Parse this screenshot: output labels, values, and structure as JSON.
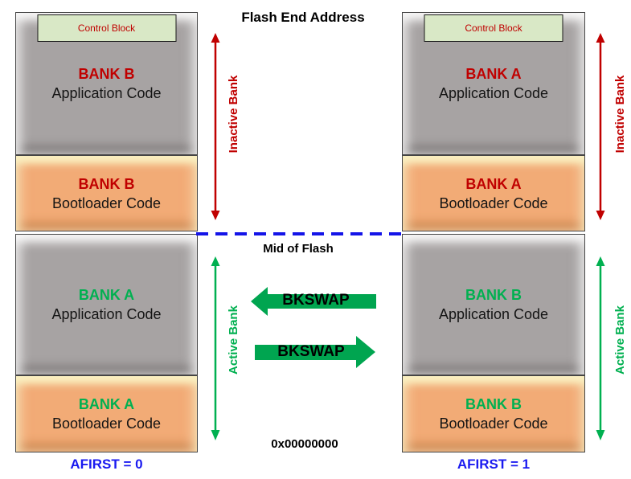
{
  "diagram": {
    "flash_end_label": "Flash End Address",
    "mid_of_flash_label": "Mid of Flash",
    "base_address_label": "0x00000000",
    "bkswap_left_label": "BKSWAP",
    "bkswap_right_label": "BKSWAP"
  },
  "colors": {
    "inactive_red": "#C00000",
    "active_green": "#00B050",
    "bkswap_arrow_green": "#00A550",
    "blue": "#1414E8",
    "gray_block": "#A7A3A3",
    "orange_block": "#F2AB76",
    "control_block_bg": "#D9E8C6"
  },
  "left_column": {
    "afirst_label": "AFIRST = 0",
    "control_block_label": "Control Block",
    "inactive_bank_label": "Inactive Bank",
    "active_bank_label": "Active Bank",
    "blocks": [
      {
        "bank": "BANK B",
        "code": "Application Code"
      },
      {
        "bank": "BANK B",
        "code": "Bootloader Code"
      },
      {
        "bank": "BANK A",
        "code": "Application Code"
      },
      {
        "bank": "BANK A",
        "code": "Bootloader Code"
      }
    ]
  },
  "right_column": {
    "afirst_label": "AFIRST = 1",
    "control_block_label": "Control Block",
    "inactive_bank_label": "Inactive Bank",
    "active_bank_label": "Active Bank",
    "blocks": [
      {
        "bank": "BANK A",
        "code": "Application Code"
      },
      {
        "bank": "BANK A",
        "code": "Bootloader Code"
      },
      {
        "bank": "BANK B",
        "code": "Application Code"
      },
      {
        "bank": "BANK B",
        "code": "Bootloader Code"
      }
    ]
  }
}
